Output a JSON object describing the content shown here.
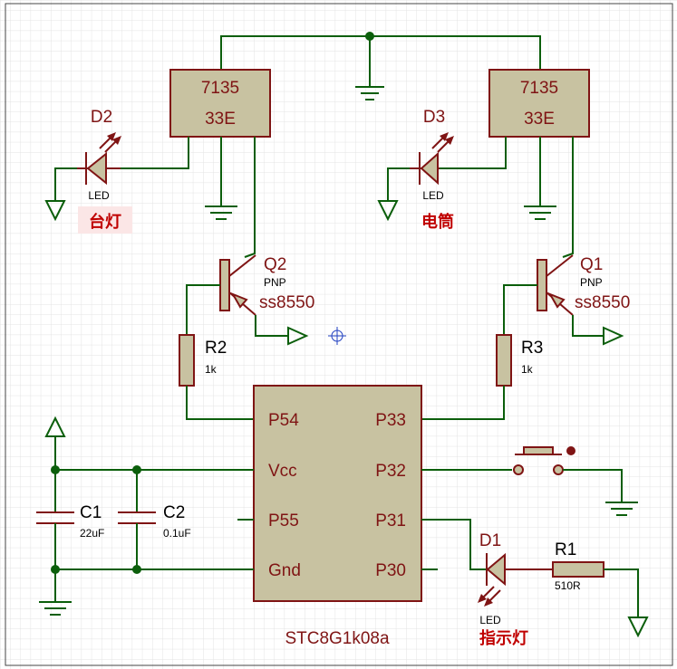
{
  "regulators": [
    {
      "line1": "7135",
      "line2": "33E"
    },
    {
      "line1": "7135",
      "line2": "33E"
    }
  ],
  "led_d2": {
    "ref": "D2",
    "type": "LED",
    "note": "台灯"
  },
  "led_d3": {
    "ref": "D3",
    "type": "LED",
    "note": "电筒"
  },
  "led_d1": {
    "ref": "D1",
    "type": "LED",
    "note": "指示灯"
  },
  "q2": {
    "ref": "Q2",
    "type": "PNP",
    "part": "ss8550"
  },
  "q1": {
    "ref": "Q1",
    "type": "PNP",
    "part": "ss8550"
  },
  "r2": {
    "ref": "R2",
    "value": "1k"
  },
  "r3": {
    "ref": "R3",
    "value": "1k"
  },
  "r1": {
    "ref": "R1",
    "value": "510R"
  },
  "c1": {
    "ref": "C1",
    "value": "22uF"
  },
  "c2": {
    "ref": "C2",
    "value": "0.1uF"
  },
  "mcu": {
    "name": "STC8G1k08a",
    "pins_left": [
      "P54",
      "Vcc",
      "P55",
      "Gnd"
    ],
    "pins_right": [
      "P33",
      "P32",
      "P31",
      "P30"
    ]
  },
  "colors": {
    "wire": "#0b5e0b",
    "component": "#7f1414",
    "fill": "#c8c2a1",
    "note": "#c00000"
  }
}
